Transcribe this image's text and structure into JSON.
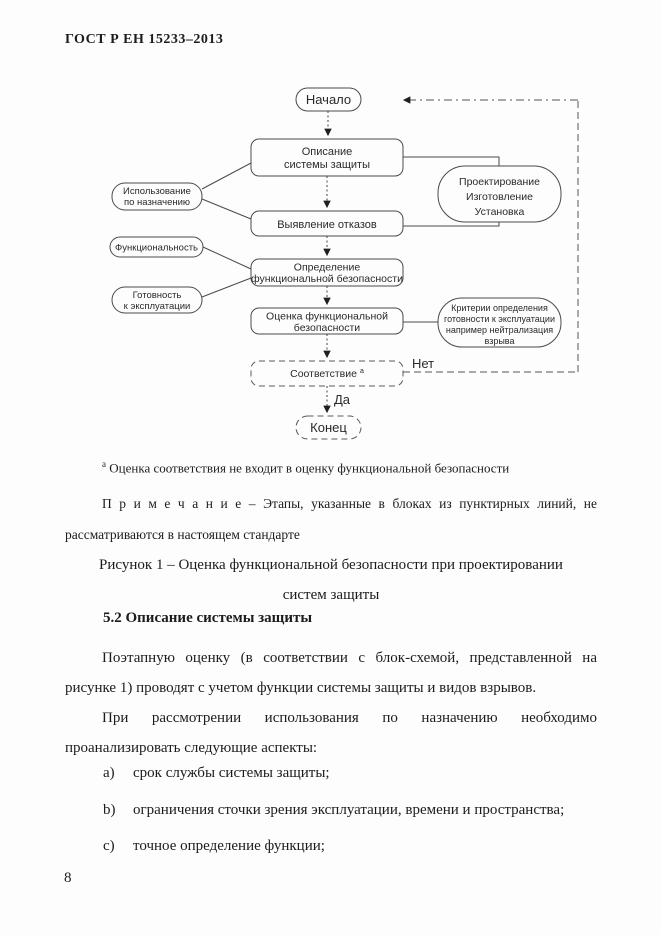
{
  "header": {
    "title": "ГОСТ Р ЕН 15233–2013"
  },
  "flowchart": {
    "start": "Начало",
    "end": "Конец",
    "yes": "Да",
    "no": "Нет",
    "describe": [
      "Описание",
      "системы защиты"
    ],
    "detect": [
      "Выявление отказов"
    ],
    "define": [
      "Определение",
      "функциональной безопасности"
    ],
    "assess": [
      "Оценка функциональной",
      "безопасности"
    ],
    "conformity": "Соответствие",
    "conformity_sup": "a",
    "intended_use": [
      "Использование",
      "по назначению"
    ],
    "functionality": [
      "Функциональность"
    ],
    "readiness": [
      "Готовность",
      "к эксплуатации"
    ],
    "design": [
      "Проектирование",
      "Изготовление",
      "Установка"
    ],
    "criteria": [
      "Критерии определения",
      "готовности к эксплуатации",
      "например нейтрализация",
      "взрыва"
    ]
  },
  "footnote": {
    "marker": "a",
    "text": " Оценка соответствия не входит в оценку функциональной безопасности"
  },
  "note": {
    "line1": "П р и м е ч а н и е – Этапы, указанные в блоках из пунктирных линий, не",
    "line2": "рассматриваются в настоящем стандарте"
  },
  "caption": {
    "line1": "Рисунок 1 – Оценка функциональной безопасности при проектировании",
    "line2": "систем защиты"
  },
  "section": {
    "heading": "5.2 Описание системы защиты"
  },
  "paragraphs": {
    "p1_line1": "Поэтапную оценку (в соответствии с блок-схемой, представленной на",
    "p1_line2": "рисунке 1) проводят с учетом функции системы защиты  и видов взрывов.",
    "p2_line1": "При рассмотрении использования по назначению необходимо",
    "p2_line2": "проанализировать следующие аспекты:"
  },
  "list": {
    "items": [
      {
        "marker": "a)",
        "text": "срок службы системы защиты;"
      },
      {
        "marker": "b)",
        "text": "ограничения  сточки зрения  эксплуатации, времени и пространства;"
      },
      {
        "marker": "c)",
        "text": "точное определение функции;"
      }
    ]
  },
  "page_number": "8"
}
